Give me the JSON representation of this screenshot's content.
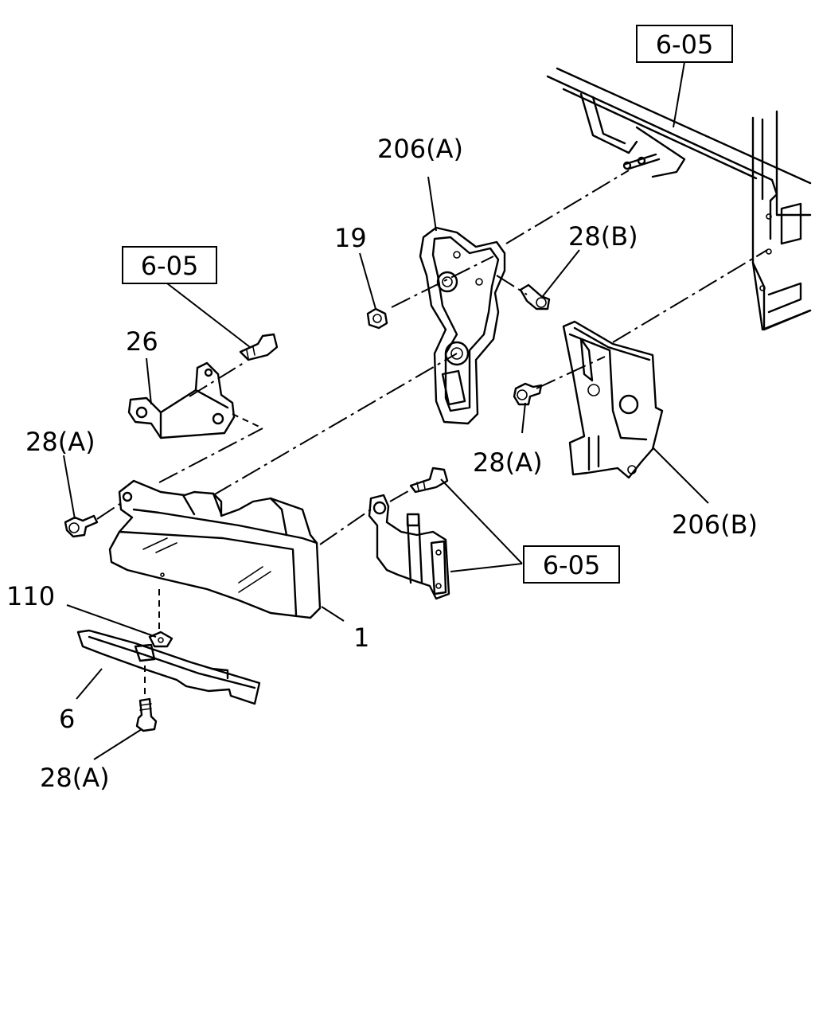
{
  "callouts": {
    "ref_top_right": "6-05",
    "ref_left": "6-05",
    "ref_bottom": "6-05",
    "bracket_a": "206(A)",
    "bracket_b": "206(B)",
    "nut": "19",
    "bolt_b": "28(B)",
    "bolt_a_left": "28(A)",
    "bolt_a_right": "28(A)",
    "bolt_a_bottom": "28(A)",
    "stay": "26",
    "headlamp": "1",
    "clip": "110",
    "garnish": "6"
  }
}
